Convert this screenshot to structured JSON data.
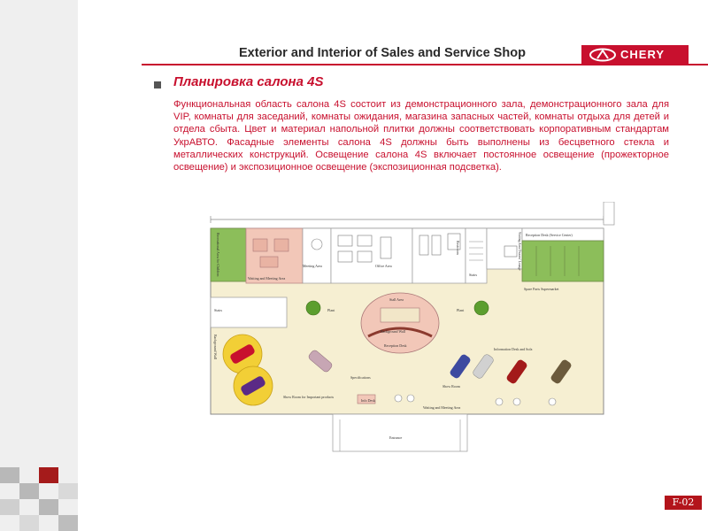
{
  "header": {
    "title": "Exterior and Interior of Sales and Service Shop",
    "logo_text": "CHERY"
  },
  "section": {
    "title": "Планировка салона 4S",
    "body": "Функциональная область салона 4S состоит из демонстрационного зала, демонстрационного зала для VIP, комнаты для заседаний, комнаты ожидания, магазина запасных частей, комнаты отдыха для детей и отдела сбыта. Цвет и материал напольной плитки должны соответствовать корпоративным стандартам УкрАВТО. Фасадные элементы салона 4S должны быть выполнены из бесцветного стекла и металлических конструкций. Освещение салона 4S включает постоянное освещение (прожекторное освещение) и экспозиционное освещение (экспозиционная подсветка)."
  },
  "floor_plan": {
    "labels": {
      "recreational_area": "Recreational Area for Children",
      "waiting_meeting_left": "Waiting and Meeting Area",
      "meeting_area": "Meeting Area",
      "office_area": "Office Area",
      "restroom": "Restroom",
      "stairs_top": "Stairs",
      "waiting_area_owners": "Waiting Area Owners' Lounge",
      "reception_desk_service": "Reception Desk (Service Center)",
      "spare_parts": "Spare Parts Supermarket",
      "stairs_left": "Stairs",
      "plant_left": "Plant",
      "plant_right": "Plant",
      "stall_area": "Stall Area",
      "background_wall": "Background Wall",
      "reception_desk": "Reception Desk",
      "background_wall_left": "Background Wall",
      "specifications": "Specifications",
      "info_desk_sofa": "Information Desk and Sofa",
      "show_room_important": "Show Room for Important products",
      "show_room": "Show Room",
      "info_desk": "Info Desk",
      "waiting_meeting_bottom": "Waiting and Meeting Area",
      "entrance": "Entrance"
    }
  },
  "page_badge": "F-02",
  "colors": {
    "accent": "#c8102e",
    "strip": "#efefef",
    "plan_floor": "#f6efd2",
    "green_area": "#8cbe5a",
    "pink_area": "#f2c7b8"
  }
}
